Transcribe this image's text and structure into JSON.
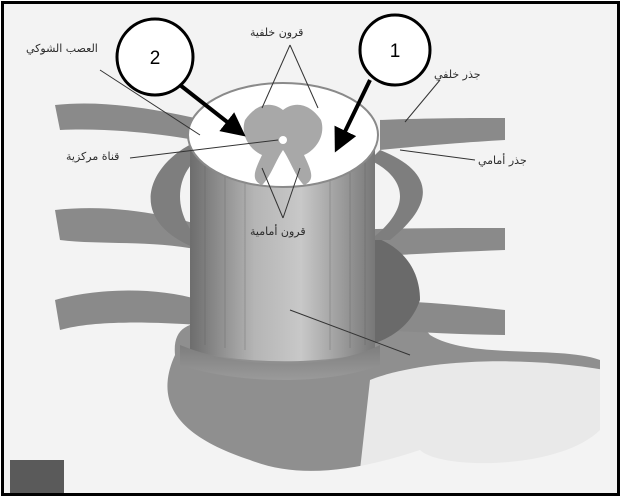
{
  "labels": {
    "spinal_nerve": "العصب الشوكي",
    "dorsal_horns": "قرون خلفية",
    "dorsal_root": "جذر خلفي",
    "central_canal": "قناة مركزية",
    "ventral_root": "جذر أمامي",
    "ventral_horns": "قرون أمامية"
  },
  "markers": [
    "1",
    "2"
  ],
  "colors": {
    "tissue_gray": "#8e8e8e",
    "tissue_dark": "#6f6f6f",
    "white_matter": "#ffffff",
    "gray_matter": "#a9a9a9",
    "background": "#f3f3f3",
    "frame": "#000000"
  }
}
